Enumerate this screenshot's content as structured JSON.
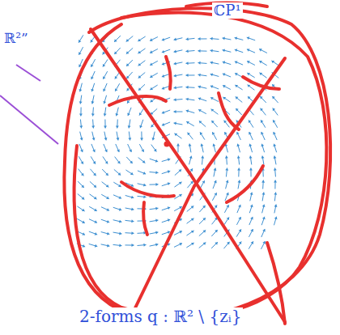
{
  "diagram": {
    "labels": [
      "ℂP¹",
      "ℝ²”",
      "2-forms q : ℝ² \\ {zᵢ}"
    ]
  }
}
